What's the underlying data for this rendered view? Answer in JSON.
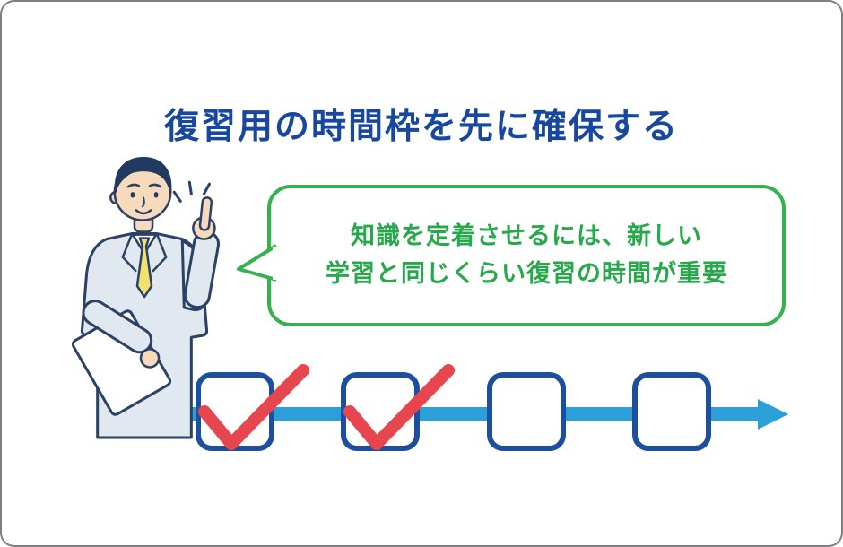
{
  "title": "復習用の時間枠を先に確保する",
  "speech_bubble": {
    "line1": "知識を定着させるには、新しい",
    "line2": "学習と同じくらい復習の時間が重要"
  },
  "illustration": {
    "person": "businessman-pointing-up-holding-clipboard"
  },
  "timeline": {
    "items": [
      {
        "checked": true
      },
      {
        "checked": true
      },
      {
        "checked": false
      },
      {
        "checked": false
      }
    ]
  },
  "icons": {
    "checkmark": "check-icon",
    "arrow": "arrow-right-icon",
    "sparkle": "sparkle-icon"
  },
  "colors": {
    "title_blue": "#17479e",
    "bubble_green": "#35b24e",
    "bubble_text_green": "#27a94b",
    "timeline_blue": "#2d9fd8",
    "checkbox_blue": "#1d4fa1",
    "check_red": "#e8464f",
    "outline_navy": "#2b4166"
  }
}
